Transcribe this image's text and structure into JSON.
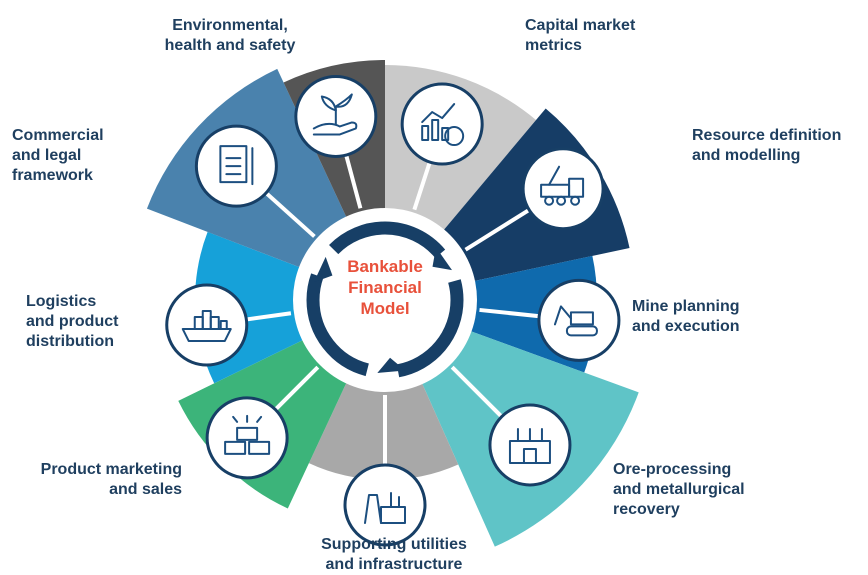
{
  "center": {
    "title": "Bankable\nFinancial\nModel"
  },
  "segments": [
    {
      "label": "Capital market\nmetrics",
      "color": "#c9c9c9",
      "icon": "chart-dollar-icon"
    },
    {
      "label": "Resource definition\nand modelling",
      "color": "#163d66",
      "icon": "drill-truck-icon"
    },
    {
      "label": "Mine planning\nand execution",
      "color": "#0f6aad",
      "icon": "excavator-icon"
    },
    {
      "label": "Ore-processing\nand metallurgical\nrecovery",
      "color": "#5fc4c7",
      "icon": "factory-icon"
    },
    {
      "label": "Supporting utilities\nand infrastructure",
      "color": "#a8a8a8",
      "icon": "power-plant-icon"
    },
    {
      "label": "Product marketing\nand sales",
      "color": "#3cb47a",
      "icon": "gold-bars-icon"
    },
    {
      "label": "Logistics\nand product\ndistribution",
      "color": "#16a1d9",
      "icon": "cargo-ship-icon"
    },
    {
      "label": "Commercial\nand legal\nframework",
      "color": "#4a82ad",
      "icon": "contract-icon"
    },
    {
      "label": "Environmental,\nhealth and safety",
      "color": "#555555",
      "icon": "plant-hand-icon"
    }
  ]
}
